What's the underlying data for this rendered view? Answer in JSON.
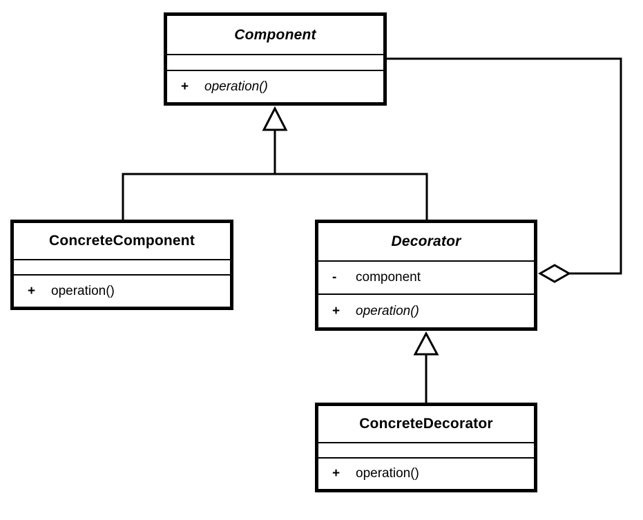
{
  "diagram": {
    "kind": "uml-class-diagram",
    "pattern": "Decorator",
    "colors": {
      "line": "#000000",
      "background": "#ffffff",
      "box_fill": "#ffffff",
      "text": "#000000"
    },
    "classes": {
      "component": {
        "name": "Component",
        "abstract": true,
        "methods": [
          {
            "visibility": "+",
            "name": "operation()",
            "abstract": true
          }
        ]
      },
      "concrete_component": {
        "name": "ConcreteComponent",
        "abstract": false,
        "methods": [
          {
            "visibility": "+",
            "name": "operation()",
            "abstract": false
          }
        ]
      },
      "decorator": {
        "name": "Decorator",
        "abstract": true,
        "attributes": [
          {
            "visibility": "-",
            "name": "component"
          }
        ],
        "methods": [
          {
            "visibility": "+",
            "name": "operation()",
            "abstract": true
          }
        ]
      },
      "concrete_decorator": {
        "name": "ConcreteDecorator",
        "abstract": false,
        "methods": [
          {
            "visibility": "+",
            "name": "operation()",
            "abstract": false
          }
        ]
      }
    },
    "relationships": [
      {
        "type": "generalization",
        "from": "ConcreteComponent",
        "to": "Component"
      },
      {
        "type": "generalization",
        "from": "Decorator",
        "to": "Component"
      },
      {
        "type": "generalization",
        "from": "ConcreteDecorator",
        "to": "Decorator"
      },
      {
        "type": "aggregation",
        "owner": "Decorator",
        "part": "Component"
      }
    ]
  }
}
